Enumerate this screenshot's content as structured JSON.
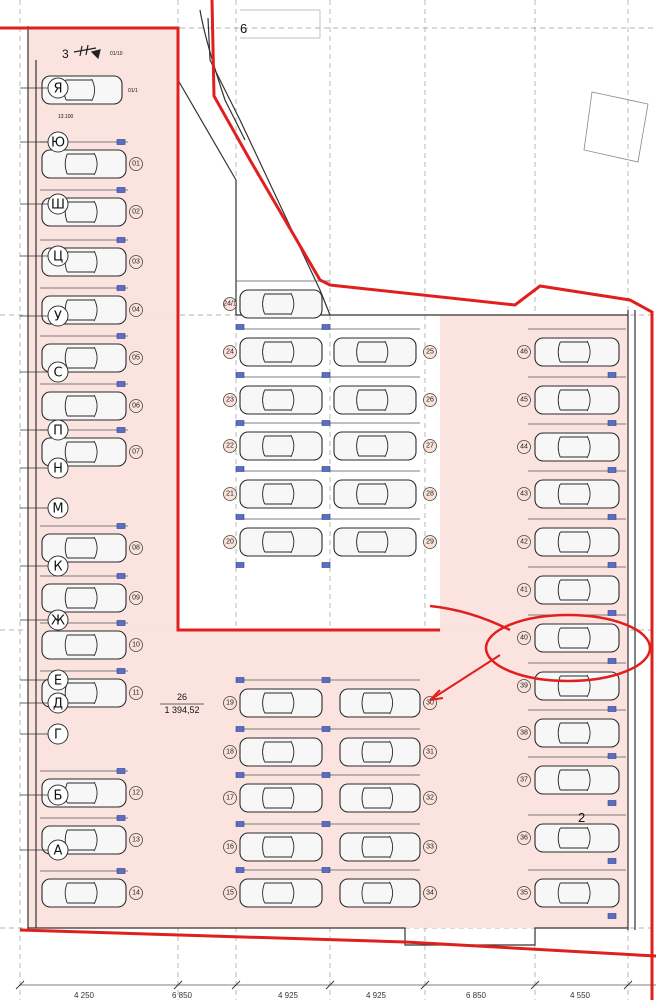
{
  "colors": {
    "boundary": "#e0201e",
    "zone_fill": "#fbe3de",
    "column_marker": "#5a6fc4",
    "annotation": "#e0201e"
  },
  "top_labels": {
    "corner_3": "3",
    "corner_6": "6",
    "zone_2": "2",
    "ramp_code": "01/10",
    "entry_code": "01/1",
    "entry_code2": "13.100"
  },
  "area": {
    "number": "26",
    "value": "1 394,52"
  },
  "axis_letters": [
    "Я",
    "Ю",
    "Ш",
    "Ц",
    "У",
    "С",
    "П",
    "Н",
    "М",
    "К",
    "Ж",
    "Е",
    "Д",
    "Г",
    "Б",
    "А"
  ],
  "dimensions": [
    "4 250",
    "6 850",
    "4 925",
    "4 925",
    "6 850",
    "4 550"
  ],
  "spots": {
    "left": [
      "01",
      "02",
      "03",
      "04",
      "05",
      "06",
      "07",
      "08",
      "09",
      "10",
      "11",
      "12",
      "13",
      "14"
    ],
    "mid_left_upper": [
      "24/1",
      "24",
      "23",
      "22",
      "21",
      "20"
    ],
    "mid_right_upper": [
      "25",
      "26",
      "27",
      "28",
      "29"
    ],
    "mid_left_lower": [
      "19",
      "18",
      "17",
      "16",
      "15"
    ],
    "mid_right_lower": [
      "30",
      "31",
      "32",
      "33",
      "34"
    ],
    "right": [
      "46",
      "45",
      "44",
      "43",
      "42",
      "41",
      "40",
      "39",
      "38",
      "37",
      "36",
      "35"
    ]
  },
  "highlight": {
    "from_spot": "40",
    "to_spot": "30",
    "marker": "circle-and-arrow"
  }
}
